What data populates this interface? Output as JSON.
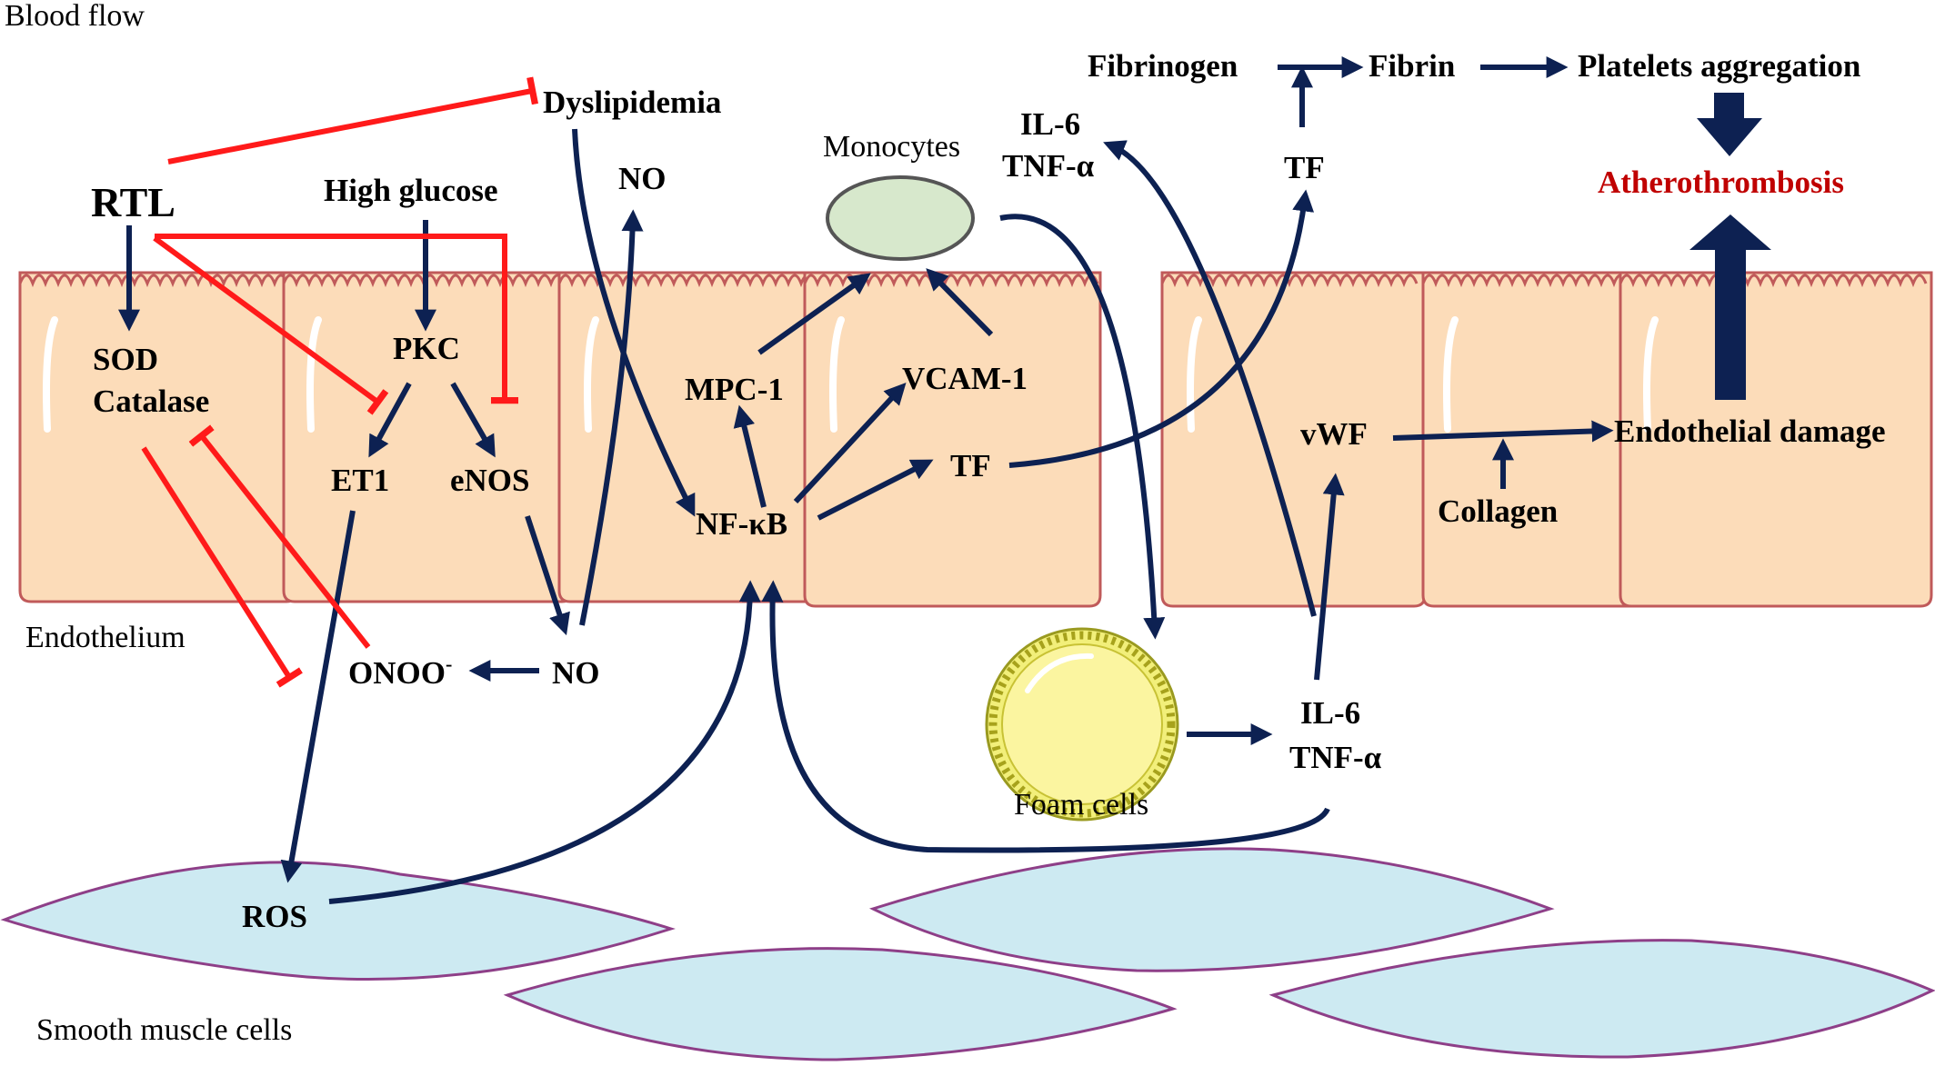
{
  "regions": {
    "blood_flow": "Blood flow",
    "endothelium": "Endothelium",
    "smooth_muscle": "Smooth muscle cells",
    "monocytes": "Monocytes",
    "foam_cells": "Foam cells"
  },
  "nodes": {
    "rtl": "RTL",
    "dyslipidemia": "Dyslipidemia",
    "high_glucose": "High glucose",
    "no_top": "NO",
    "sod": "SOD",
    "catalase": "Catalase",
    "pkc": "PKC",
    "et1": "ET1",
    "enos": "eNOS",
    "onoo_base": "ONOO",
    "onoo_sup": "-",
    "no_mid": "NO",
    "ros": "ROS",
    "mpc1": "MPC-1",
    "vcam1": "VCAM-1",
    "nfkb": "NF-κB",
    "tf_mid": "TF",
    "il6_top": "IL-6",
    "tnf_top": "TNF-α",
    "fibrinogen": "Fibrinogen",
    "fibrin": "Fibrin",
    "platelets": "Platelets aggregation",
    "tf_right": "TF",
    "atherothrombosis": "Atherothrombosis",
    "vwf": "vWF",
    "endothelial_damage": "Endothelial damage",
    "collagen": "Collagen",
    "il6_bottom": "IL-6",
    "tnf_bottom": "TNF-α"
  },
  "colors": {
    "activation": "#0d2152",
    "inhibition": "#ff1a1a",
    "cell_fill": "#fcdcb9",
    "cell_outline": "#c05a5a",
    "smooth_muscle_fill": "#cdeaf2",
    "monocyte_fill": "#d7e8cc",
    "foam_fill": "#f7f37a",
    "title_red": "#c00000"
  }
}
